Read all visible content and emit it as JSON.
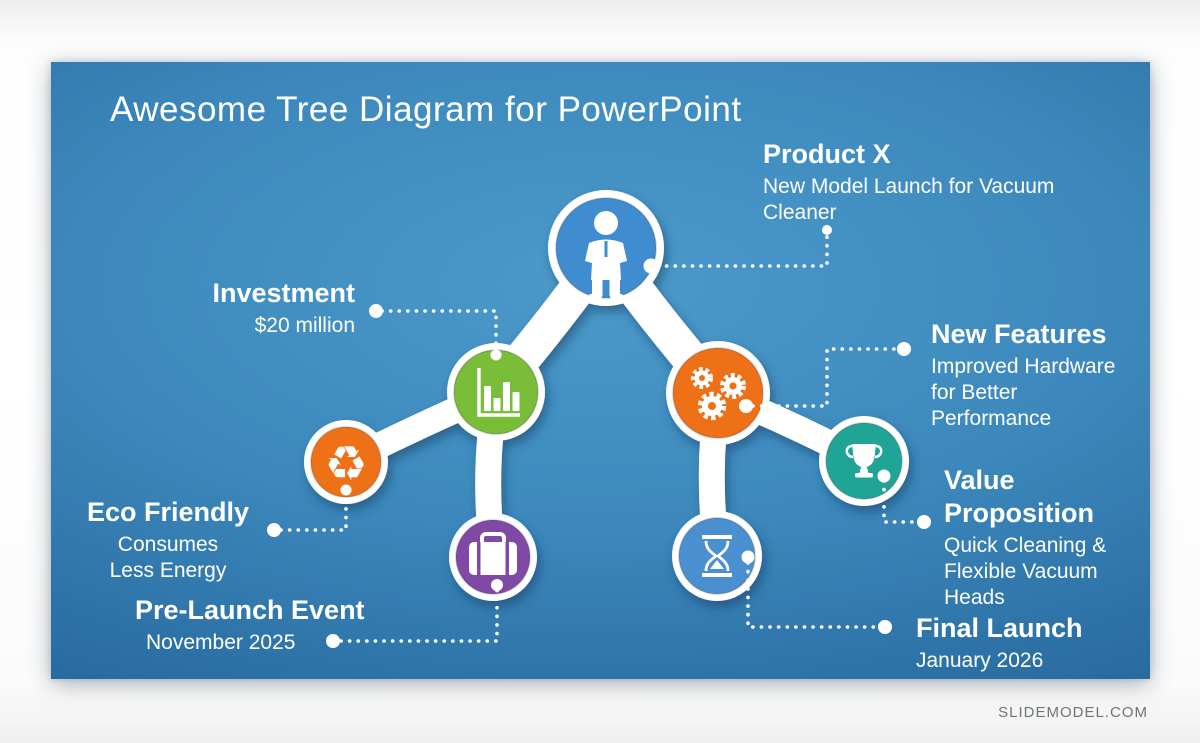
{
  "title": "Awesome Tree Diagram for PowerPoint",
  "watermark": "SLIDEMODEL.COM",
  "nodes": {
    "product": {
      "icon": "businessman-icon",
      "color": "#3f8cd1"
    },
    "investment": {
      "icon": "bar-chart-icon",
      "color": "#79bd38"
    },
    "features": {
      "icon": "gears-icon",
      "color": "#ee7118"
    },
    "eco": {
      "icon": "recycle-icon",
      "color": "#ee7118"
    },
    "prelaunch": {
      "icon": "briefcase-icon",
      "color": "#8049a5"
    },
    "launch": {
      "icon": "hourglass-icon",
      "color": "#4a8fd0"
    },
    "value": {
      "icon": "trophy-icon",
      "color": "#20a496"
    }
  },
  "connections": [
    [
      "product",
      "investment"
    ],
    [
      "product",
      "features"
    ],
    [
      "investment",
      "eco"
    ],
    [
      "investment",
      "prelaunch"
    ],
    [
      "features",
      "launch"
    ],
    [
      "features",
      "value"
    ]
  ],
  "labels": {
    "product_x": {
      "title": "Product X",
      "lines": [
        "New Model Launch for Vacuum",
        "Cleaner"
      ]
    },
    "investment": {
      "title": "Investment",
      "lines": [
        "$20 million"
      ]
    },
    "new_features": {
      "title": "New Features",
      "lines": [
        "Improved Hardware",
        "for Better",
        "Performance"
      ]
    },
    "eco_friendly": {
      "title": "Eco Friendly",
      "lines": [
        "Consumes",
        "Less Energy"
      ]
    },
    "pre_launch": {
      "title": "Pre-Launch Event",
      "lines": [
        "November 2025"
      ]
    },
    "value_prop": {
      "title": "Value Proposition",
      "lines": [
        "Quick Cleaning &",
        "Flexible Vacuum",
        "Heads"
      ]
    },
    "final_launch": {
      "title": "Final Launch",
      "lines": [
        "January 2026"
      ]
    }
  },
  "icons": {
    "recycle_glyph": "♻"
  },
  "colors": {
    "background_center": "#4b9aca",
    "background_edge": "#1d5b91",
    "connector": "#ffffff",
    "text": "#ffffff",
    "watermark": "#6e757a"
  }
}
